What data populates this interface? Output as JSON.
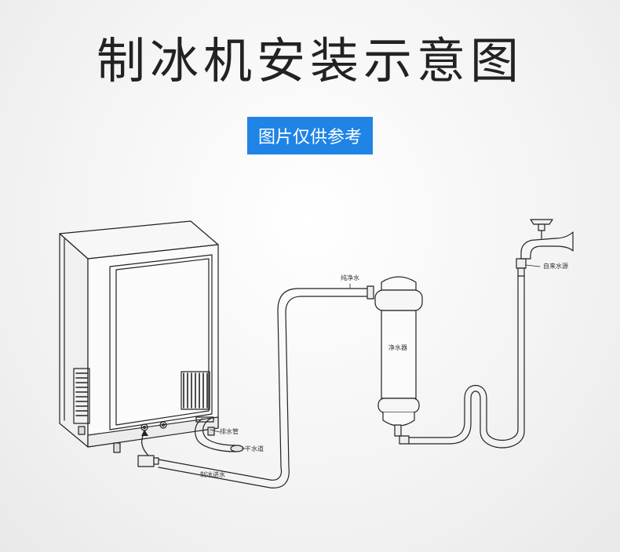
{
  "title": "制冰机安装示意图",
  "badge": "图片仅供参考",
  "labels": {
    "pure_water": "纯净水",
    "filter": "净水器",
    "tap_water": "自来水源",
    "drain_pipe": "排水管",
    "sewer": "下水道",
    "ice_inlet": "制冰进水"
  },
  "colors": {
    "badge": "#1f84e6",
    "line": "#222222"
  }
}
